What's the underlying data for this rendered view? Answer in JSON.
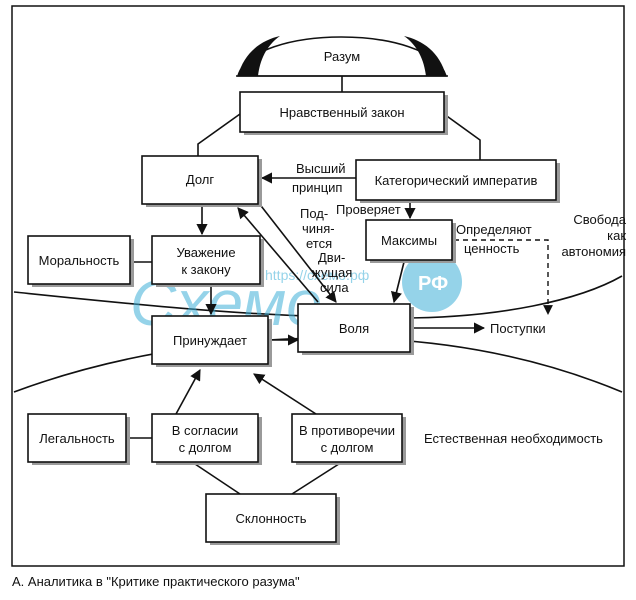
{
  "figure": {
    "caption": "А.  Аналитика в \"Критике практического разума\""
  },
  "nodes": {
    "razum": "Разум",
    "moral_law": "Нравственный закон",
    "duty": "Долг",
    "categorical_imperative": "Категорический императив",
    "morality": "Моральность",
    "respect_line1": "Уважение",
    "respect_line2": "к закону",
    "maxims": "Максимы",
    "compels": "Принуждает",
    "will": "Воля",
    "actions": "Поступки",
    "legality": "Легальность",
    "accord_line1": "В согласии",
    "accord_line2": "с долгом",
    "contrary_line1": "В противоречии",
    "contrary_line2": "с долгом",
    "inclination": "Склонность"
  },
  "labels": {
    "highest_line1": "Высший",
    "highest_line2": "принцип",
    "subordinate_line1": "Под-",
    "subordinate_line2": "чиня-",
    "subordinate_line3": "ется",
    "driving_line1": "Дви-",
    "driving_line2": "жущая",
    "driving_line3": "сила",
    "checks": "Проверяет",
    "determine_line1": "Определяют",
    "determine_line2": "ценность",
    "freedom_line1": "Свобода",
    "freedom_line2": "как",
    "freedom_line3": "автономия",
    "nature": "Естественная необходимость"
  },
  "watermark": {
    "url": "https://схемо.рф",
    "word": "Схемо",
    "rf": "РФ",
    "color": "#3fb0d8"
  }
}
